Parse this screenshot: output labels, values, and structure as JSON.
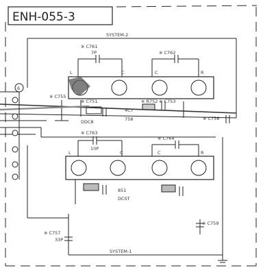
{
  "title": "ENH-055-3",
  "labels": {
    "system2": "SYSTEM-2",
    "system1": "SYSTEM-1"
  },
  "upper": {
    "c761": "※ C761",
    "c761_val": "7P",
    "c762": "※ C762",
    "c763": "※ C763",
    "c763_val": "10P",
    "c764": "※ C764",
    "pin_l": "L",
    "pin_c": "C",
    "pin_c2": "C",
    "pin_r": "R"
  },
  "middle": {
    "c755": "※ C755",
    "c751": "※ C751",
    "c753": "※ C753",
    "r752": "※ R752",
    "val_760": "DDC8",
    "val_4c": "4C7",
    "val_758": "758",
    "c756": "※ C756"
  },
  "lower": {
    "pin_l": "L",
    "pin_c": "C",
    "pin_c2": "C",
    "pin_r": "R",
    "c757": "※ C757",
    "c757_val": "33P",
    "c759": "※ C759",
    "val_851": "851",
    "val_dct": "DCST"
  },
  "connector": {
    "pin_label": "6"
  }
}
